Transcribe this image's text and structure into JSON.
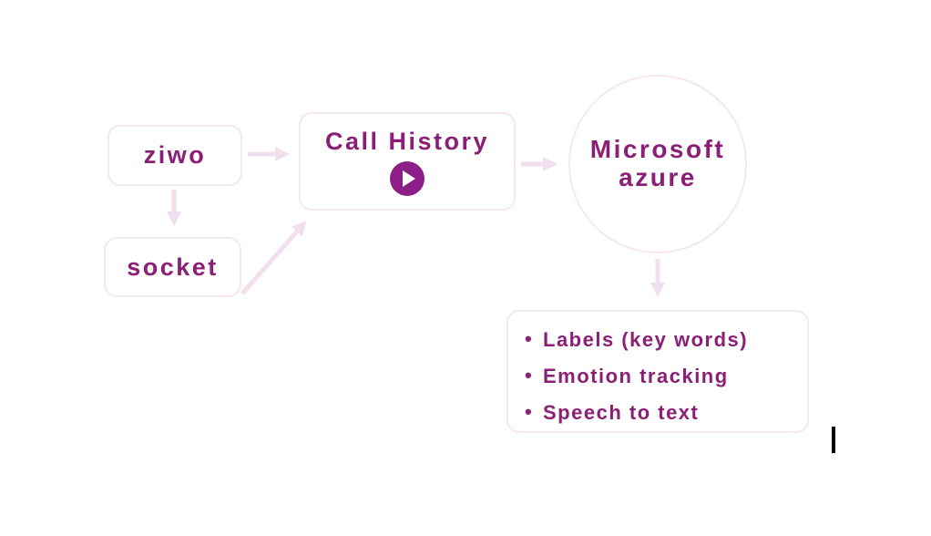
{
  "diagram": {
    "nodes": {
      "ziwo": {
        "label": "ziwo"
      },
      "socket": {
        "label": "socket"
      },
      "call_history": {
        "label": "Call History",
        "icon": "play-icon"
      },
      "azure": {
        "label_line1": "Microsoft",
        "label_line2": "azure"
      },
      "outputs": {
        "items": [
          "Labels (key words)",
          "Emotion tracking",
          "Speech to text"
        ]
      }
    },
    "edges": [
      {
        "from": "ziwo",
        "to": "call_history"
      },
      {
        "from": "ziwo",
        "to": "socket"
      },
      {
        "from": "socket",
        "to": "call_history"
      },
      {
        "from": "call_history",
        "to": "azure"
      },
      {
        "from": "azure",
        "to": "outputs"
      }
    ],
    "colors": {
      "text": "#8b1f76",
      "node_border": "#f6e6f1",
      "arrow": "#f2dfee",
      "play_button": "#8b1f87",
      "background": "#ffffff",
      "cursor": "#000000"
    }
  }
}
